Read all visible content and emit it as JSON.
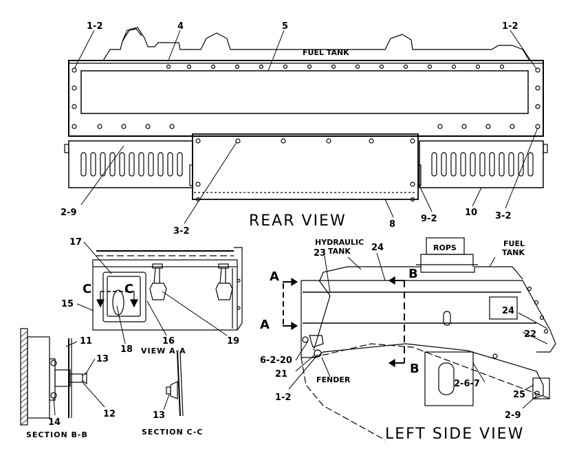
{
  "views": {
    "rear": "REAR VIEW",
    "left_side": "LEFT SIDE VIEW",
    "view_aa": "VIEW A-A",
    "section_bb": "SECTION B-B",
    "section_cc": "SECTION C-C"
  },
  "labels": {
    "fuel_tank_rear": "FUEL TANK",
    "hydraulic_tank_1": "HYDRAULIC",
    "hydraulic_tank_2": "TANK",
    "rops": "ROPS",
    "fuel_tank_side_1": "FUEL",
    "fuel_tank_side_2": "TANK",
    "fender": "FENDER"
  },
  "section_markers": {
    "a": "A",
    "b": "B",
    "c": "C"
  },
  "callouts": {
    "c_1_2_tl": "1-2",
    "c_4": "4",
    "c_5": "5",
    "c_1_2_tr": "1-2",
    "c_2_9_rear": "2-9",
    "c_3_2_l": "3-2",
    "c_8": "8",
    "c_9_2": "9-2",
    "c_10": "10",
    "c_3_2_r": "3-2",
    "c_17": "17",
    "c_15": "15",
    "c_18": "18",
    "c_16": "16",
    "c_19": "19",
    "c_11": "11",
    "c_13_bb": "13",
    "c_12": "12",
    "c_14": "14",
    "c_13_cc": "13",
    "c_23": "23",
    "c_24_top": "24",
    "c_24_right": "24",
    "c_22": "22",
    "c_6_2_20": "6-2-20",
    "c_21": "21",
    "c_1_2_side": "1-2",
    "c_2_6_7": "2-6-7",
    "c_25": "25",
    "c_2_9_side": "2-9"
  }
}
